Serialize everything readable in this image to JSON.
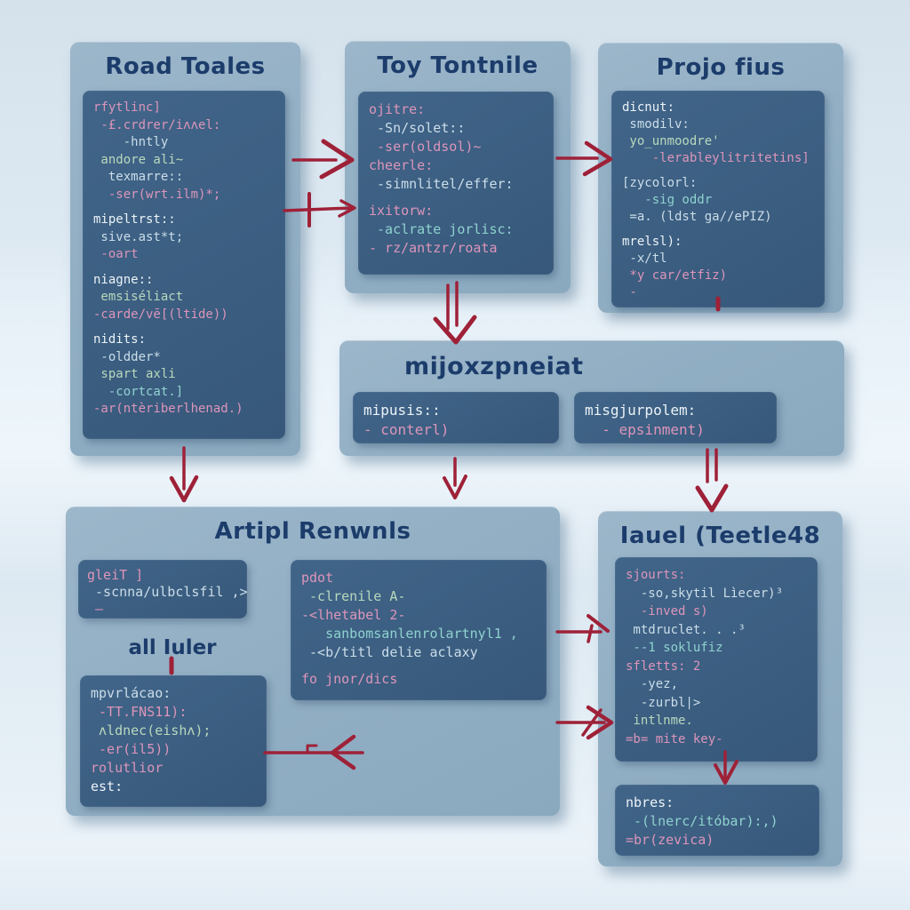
{
  "palette": {
    "page_bg": "#e8f1f8",
    "panel_bg": "#92afc4",
    "block_bg": "#3b5e81",
    "title": "#1c3c6b",
    "arrow": "#9e2138",
    "pink": "#dd95ba",
    "light": "#cbdde9",
    "green": "#b9d8bd",
    "teal": "#8fd2cf",
    "white": "#ecf3f7"
  },
  "panels": {
    "road_toales": {
      "title": "Road Toales",
      "lines": [
        {
          "t": "rfytlinc]",
          "c": "pink"
        },
        {
          "t": " -£.crdrer/iʌʌel:",
          "c": "pink"
        },
        {
          "t": "    -hntly",
          "c": "light"
        },
        {
          "t": " andore ali~",
          "c": "green"
        },
        {
          "t": "  texmarre::",
          "c": "light"
        },
        {
          "t": "  -ser(wrt.ilm)*;",
          "c": "pink"
        },
        {
          "t": "",
          "c": "light"
        },
        {
          "t": "mipeltrst::",
          "c": "white"
        },
        {
          "t": " sive.ast*t;",
          "c": "light"
        },
        {
          "t": " -oart",
          "c": "pink"
        },
        {
          "t": "",
          "c": "light"
        },
        {
          "t": "niagne::",
          "c": "white"
        },
        {
          "t": " emsiséliact",
          "c": "green"
        },
        {
          "t": "-carde/vē[(ltide))",
          "c": "pink"
        },
        {
          "t": "",
          "c": "light"
        },
        {
          "t": "nidits:",
          "c": "white"
        },
        {
          "t": " -oldder*",
          "c": "light"
        },
        {
          "t": " spart axli",
          "c": "green"
        },
        {
          "t": "  -cortcat.]",
          "c": "teal"
        },
        {
          "t": "-ar(ntèriberlhenad.)",
          "c": "pink"
        }
      ]
    },
    "toy_tontnile": {
      "title": "Toy Tontnile",
      "lines": [
        {
          "t": "ojitre:",
          "c": "pink"
        },
        {
          "t": " -Sn/solet::",
          "c": "light"
        },
        {
          "t": " -ser(oldsol)~",
          "c": "pink"
        },
        {
          "t": "cheerle:",
          "c": "pink"
        },
        {
          "t": " -simnlitel/effer:",
          "c": "light"
        },
        {
          "t": "",
          "c": "light"
        },
        {
          "t": "ixitorw:",
          "c": "pink"
        },
        {
          "t": " -aclrate jorlisc:",
          "c": "teal"
        },
        {
          "t": "- rz/antzr/roata",
          "c": "pink"
        }
      ]
    },
    "projo_fius": {
      "title": "Projo fius",
      "lines": [
        {
          "t": "dicnut:",
          "c": "white"
        },
        {
          "t": " smodilv:",
          "c": "light"
        },
        {
          "t": " yo_unmoodre'",
          "c": "green"
        },
        {
          "t": "    -lerableylitritetins]",
          "c": "pink"
        },
        {
          "t": "",
          "c": "light"
        },
        {
          "t": "[zycolorl:",
          "c": "light"
        },
        {
          "t": "   -sig oddr",
          "c": "teal"
        },
        {
          "t": " =a. (ldst ga//ePIZ)",
          "c": "light"
        },
        {
          "t": "",
          "c": "light"
        },
        {
          "t": "mrelsl):",
          "c": "white"
        },
        {
          "t": " -x/tl",
          "c": "light"
        },
        {
          "t": " *y car/etfiz)",
          "c": "pink"
        },
        {
          "t": " -",
          "c": "pink"
        }
      ]
    },
    "mijoxzpneiat": {
      "title": "mijoxzpneiat",
      "blocks": {
        "mipusis": {
          "lines": [
            {
              "t": "mipusis::",
              "c": "white"
            },
            {
              "t": "- conterl)",
              "c": "pink"
            }
          ]
        },
        "misgurpolem": {
          "lines": [
            {
              "t": "misgjurpolem:",
              "c": "white"
            },
            {
              "t": "  - epsinment)",
              "c": "pink"
            }
          ]
        }
      }
    },
    "artipl_renwnls": {
      "title": "Artipl Renwnls",
      "sub_label": "all Iuler",
      "blocks": {
        "gleit": {
          "lines": [
            {
              "t": "gleiT ]",
              "c": "pink"
            },
            {
              "t": " -scnna/ulbclsfil ,>",
              "c": "light"
            },
            {
              "t": " —",
              "c": "pink"
            }
          ]
        },
        "pdot": {
          "lines": [
            {
              "t": "pdot",
              "c": "pink"
            },
            {
              "t": " -clrenile A-",
              "c": "green"
            },
            {
              "t": "-<lhetabel 2-",
              "c": "pink"
            },
            {
              "t": "   sanbomsanlenrolartnyl1 ,",
              "c": "teal"
            },
            {
              "t": " -<b/titl delie aclaxy",
              "c": "light"
            },
            {
              "t": "",
              "c": "light"
            },
            {
              "t": "fo jnor/dics",
              "c": "pink"
            }
          ]
        },
        "mpvrlacao": {
          "lines": [
            {
              "t": "mpvrlácao:",
              "c": "light"
            },
            {
              "t": " -TT.FNS11):",
              "c": "pink"
            },
            {
              "t": " ʌldnec(eishʌ);",
              "c": "green"
            },
            {
              "t": " -er(il5))",
              "c": "pink"
            },
            {
              "t": "rolutlior",
              "c": "pink"
            },
            {
              "t": "est:",
              "c": "white"
            }
          ]
        }
      }
    },
    "iauel_teetle48": {
      "title": "Iauel (Teetle48",
      "blocks": {
        "sjourts": {
          "lines": [
            {
              "t": "sjourts:",
              "c": "pink"
            },
            {
              "t": "  -so,skytil Lìecer)³",
              "c": "light"
            },
            {
              "t": "  -inved s)",
              "c": "pink"
            },
            {
              "t": " mtdruclet. . .³",
              "c": "light"
            },
            {
              "t": " --1 soklufiz",
              "c": "teal"
            },
            {
              "t": "sfletts: 2",
              "c": "pink"
            },
            {
              "t": "  -yez,",
              "c": "light"
            },
            {
              "t": "  -zurbl|>",
              "c": "light"
            },
            {
              "t": " intlnme.",
              "c": "green"
            },
            {
              "t": "=b= mite key-",
              "c": "pink"
            }
          ]
        },
        "nbres": {
          "lines": [
            {
              "t": "nbres:",
              "c": "white"
            },
            {
              "t": " -(lnerc/itóbar):,)",
              "c": "teal"
            },
            {
              "t": "=br(zevica)",
              "c": "pink"
            }
          ]
        }
      }
    }
  }
}
